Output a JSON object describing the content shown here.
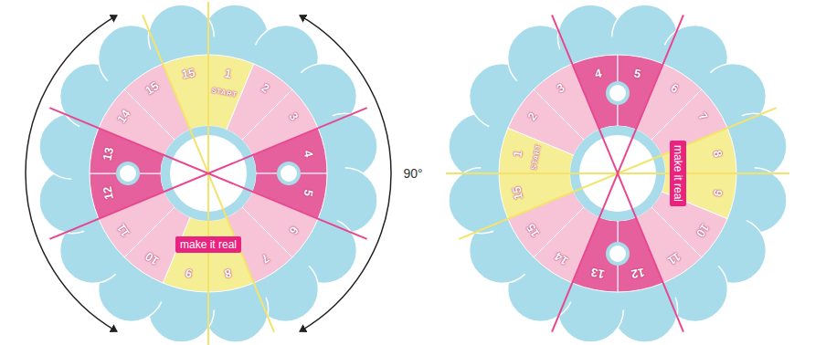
{
  "diagram": {
    "nodes": [
      {
        "text": [
          "make it real"
        ]
      },
      {
        "text": [
          "make it real"
        ]
      }
    ],
    "labels": [
      "90°",
      "1",
      "START",
      "2",
      "3",
      "4",
      "5",
      "6",
      "7",
      "8",
      "9",
      "10",
      "11",
      "12",
      "13",
      "14",
      "15",
      "15",
      "1",
      "START",
      "2",
      "3",
      "4",
      "5",
      "6",
      "7",
      "8",
      "9",
      "10",
      "11",
      "12",
      "13",
      "14",
      "15",
      "15"
    ]
  }
}
